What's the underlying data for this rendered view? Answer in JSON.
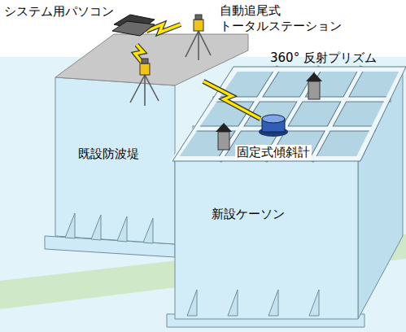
{
  "diagram": {
    "nodes": [
      {
        "text": [
          "既設防波堤"
        ]
      },
      {
        "text": [
          "新設ケーソン"
        ]
      }
    ],
    "labels": [
      "システム用パソコン",
      "自動追尾式 トータルステーション",
      "360° 反射プリズム",
      "固定式傾斜計"
    ]
  }
}
